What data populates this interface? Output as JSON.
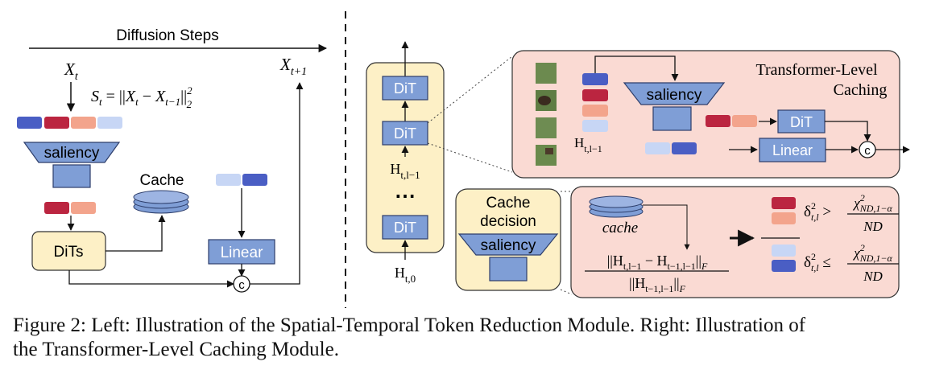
{
  "left_panel": {
    "diffusion_steps": "Diffusion Steps",
    "xt_label": "X_t",
    "xt1_label": "X_{t+1}",
    "score_formula": "S_t = ||X_t − X_{t−1}||_2^2",
    "saliency": "saliency",
    "cache": "Cache",
    "dits": "DiTs",
    "linear": "Linear",
    "concat": "c"
  },
  "middle_stack": {
    "block_label": "DiT",
    "h_layer": "H_{t,l−1}",
    "h_input": "H_{t,0}",
    "ellipsis": "⋯"
  },
  "transformer_caching": {
    "title_line1": "Transformer-Level",
    "title_line2": "Caching",
    "saliency": "saliency",
    "h_label": "H_{t,l−1}",
    "dit": "DiT",
    "linear": "Linear",
    "concat": "c"
  },
  "cache_decision": {
    "title_line1": "Cache",
    "title_line2": "decision",
    "saliency": "saliency",
    "cache_label": "cache",
    "numerator": "||H_{t,l−1} − H_{t−1,l−1}||_F",
    "denominator": "||H_{t−1,l−1}||_F",
    "rule_top": "δ²_{t,l} > χ²_{ND,1−α} / ND",
    "rule_bottom": "δ²_{t,l} ≤ χ²_{ND,1−α} / ND"
  },
  "caption": {
    "line1": "Figure 2: Left: Illustration of the Spatial-Temporal Token Reduction Module. Right: Illustration of",
    "line2": "the Transformer-Level Caching Module."
  },
  "colors": {
    "token_dark_blue": "#4a5ec4",
    "token_red": "#bb2540",
    "token_salmon": "#f3a48c",
    "token_light_blue": "#c7d6f5",
    "module_blue": "#7f9ed6",
    "yellow_panel": "#fdf0c6",
    "pink_panel": "#fadad3"
  }
}
